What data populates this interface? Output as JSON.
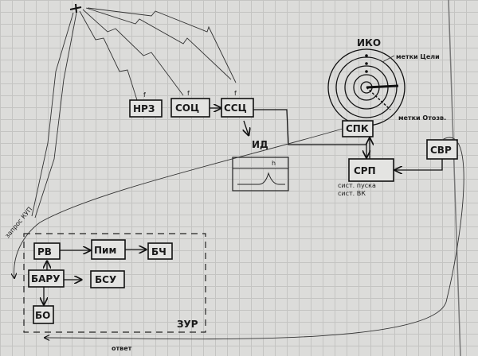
{
  "title": "ИКО",
  "blocks": {
    "nrz": "НРЗ",
    "sots": "СОЦ",
    "ssts": "ССЦ",
    "spk": "СПК",
    "srp": "СРП",
    "svr": "СВР",
    "rv": "РВ",
    "pim": "Пим",
    "bch": "БЧ",
    "baru": "БАРУ",
    "bsu": "БСУ",
    "bo": "БО"
  },
  "labels": {
    "f": "f",
    "id": "ИД",
    "h": "h",
    "targets": "метки Цели",
    "recall": "метки Отозв.",
    "srp_note1": "сист. пуска",
    "srp_note2": "сист. ВК",
    "zur": "ЗУР",
    "answer": "ответ",
    "request": "запрос КУП"
  }
}
